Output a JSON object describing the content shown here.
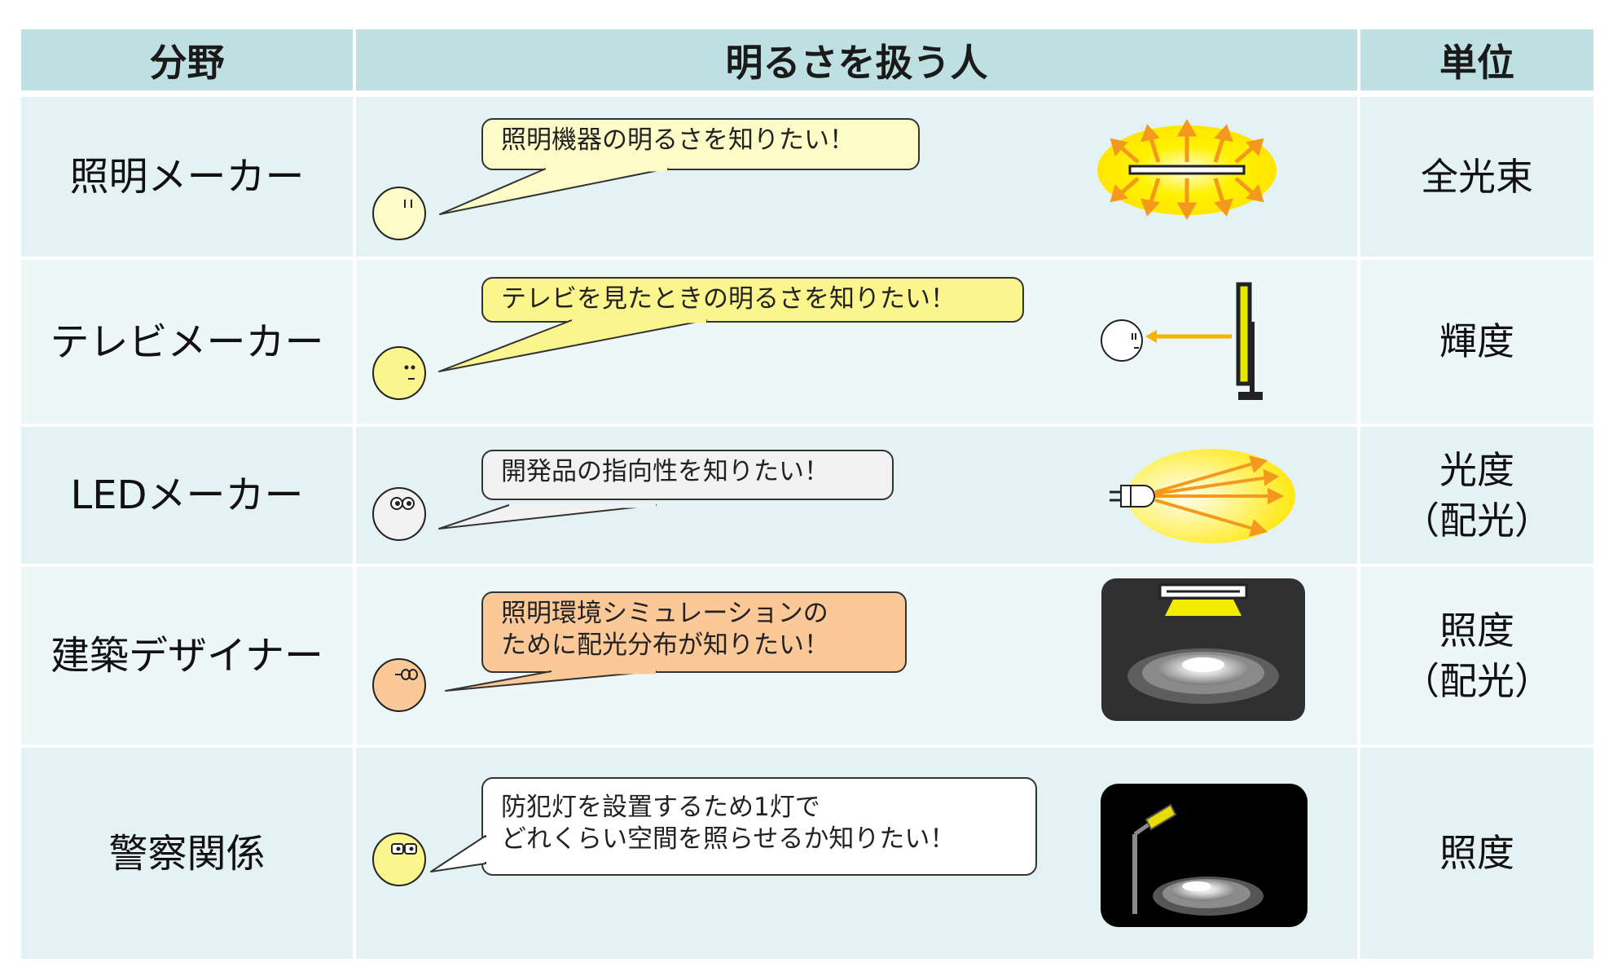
{
  "header": {
    "col_field": "分野",
    "col_person": "明るさを扱う人",
    "col_unit": "単位"
  },
  "rows": [
    {
      "field": "照明メーカー",
      "speech": "照明機器の明るさを知りたい！",
      "bubble_color": "#fdfbc8",
      "face_color": "#fdfbc8",
      "face_icon": "person-face-icon",
      "illustration": "lamp-radiating-light-icon",
      "unit": "全光束"
    },
    {
      "field": "テレビメーカー",
      "speech": "テレビを見たときの明るさを知りたい！",
      "bubble_color": "#faf58c",
      "face_color": "#faf58c",
      "face_icon": "person-face-icon",
      "illustration": "tv-viewer-icon",
      "unit": "輝度"
    },
    {
      "field": "LEDメーカー",
      "speech": "開発品の指向性を知りたい！",
      "bubble_color": "#f2f2f2",
      "face_color": "#f2f2f2",
      "face_icon": "person-goggles-face-icon",
      "illustration": "led-directional-light-icon",
      "unit": "光度\n（配光）"
    },
    {
      "field": "建築デザイナー",
      "speech": "照明環境シミュレーションの\nために配光分布が知りたい！",
      "bubble_color": "#fbc898",
      "face_color": "#fbc898",
      "face_icon": "person-glasses-face-icon",
      "illustration": "ceiling-light-distribution-icon",
      "unit": "照度\n（配光）"
    },
    {
      "field": "警察関係",
      "speech": "防犯灯を設置するため1灯で\nどれくらい空間を照らせるか知りたい！",
      "bubble_color": "#ffffff",
      "face_color": "#faf58c",
      "face_icon": "person-glasses-face-icon",
      "illustration": "streetlight-illumination-icon",
      "unit": "照度"
    }
  ]
}
